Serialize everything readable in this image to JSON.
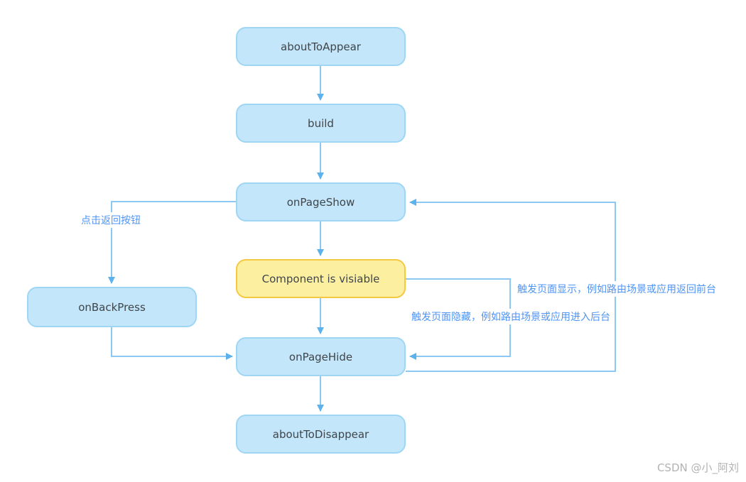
{
  "colors": {
    "node-fill": "#c3e6fa",
    "node-border": "#9fd6f4",
    "node-text": "#3f454a",
    "highlight-fill": "#fcf0a0",
    "highlight-border": "#f5c842",
    "line": "#8cc8f2",
    "arrow": "#5eb2ec",
    "label-text": "#4f94f4",
    "watermark-text": "#b2b2b2",
    "background": "#ffffff"
  },
  "nodes": {
    "about_to_appear": {
      "label": "aboutToAppear"
    },
    "build": {
      "label": "build"
    },
    "on_page_show": {
      "label": "onPageShow"
    },
    "component_visible": {
      "label": "Component is visiable",
      "highlighted": true
    },
    "on_back_press": {
      "label": "onBackPress"
    },
    "on_page_hide": {
      "label": "onPageHide"
    },
    "about_to_disappear": {
      "label": "aboutToDisappear"
    }
  },
  "edges": {
    "flow": [
      {
        "from": "aboutToAppear",
        "to": "build"
      },
      {
        "from": "build",
        "to": "onPageShow"
      },
      {
        "from": "onPageShow",
        "to": "Component is visiable"
      },
      {
        "from": "Component is visiable",
        "to": "onPageHide"
      },
      {
        "from": "onPageHide",
        "to": "aboutToDisappear"
      },
      {
        "from": "onPageShow",
        "to": "onBackPress",
        "label": "点击返回按钮"
      },
      {
        "from": "onBackPress",
        "to": "onPageHide"
      },
      {
        "from": "Component is visiable",
        "to": "onPageHide",
        "label": "触发页面隐藏，例如路由场景或应用进入后台"
      },
      {
        "from": "onPageHide",
        "to": "onPageShow",
        "label": "触发页面显示，例如路由场景或应用返回前台"
      }
    ],
    "back": {
      "label": "点击返回按钮"
    },
    "hide": {
      "label": "触发页面隐藏，例如路由场景或应用进入后台"
    },
    "show": {
      "label": "触发页面显示，例如路由场景或应用返回前台"
    }
  },
  "watermark": {
    "text": "CSDN @小_阿刘"
  }
}
